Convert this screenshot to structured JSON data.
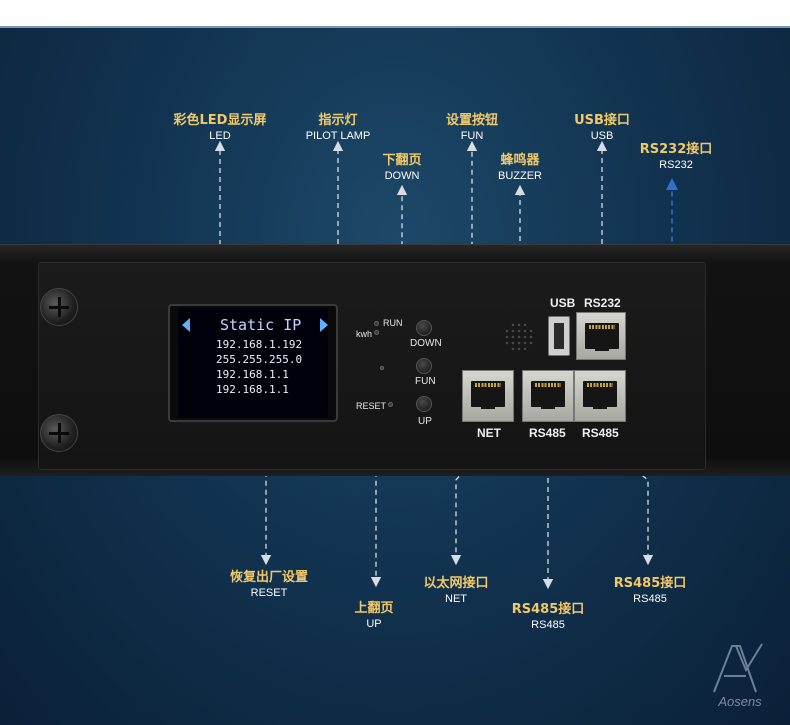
{
  "labels": {
    "led": {
      "zh": "彩色LED显示屏",
      "en": "LED"
    },
    "pilot": {
      "zh": "指示灯",
      "en": "PILOT LAMP"
    },
    "fun": {
      "zh": "设置按钮",
      "en": "FUN"
    },
    "usb": {
      "zh": "USB接口",
      "en": "USB"
    },
    "rs232": {
      "zh": "RS232接口",
      "en": "RS232"
    },
    "down": {
      "zh": "下翻页",
      "en": "DOWN"
    },
    "buzzer": {
      "zh": "蜂鸣器",
      "en": "BUZZER"
    },
    "reset": {
      "zh": "恢复出厂设置",
      "en": "RESET"
    },
    "up": {
      "zh": "上翻页",
      "en": "UP"
    },
    "net": {
      "zh": "以太网接口",
      "en": "NET"
    },
    "rs485_a": {
      "zh": "RS485接口",
      "en": "RS485"
    },
    "rs485_b": {
      "zh": "RS485接口",
      "en": "RS485"
    }
  },
  "screen": {
    "title": "Static IP",
    "lines": [
      "192.168.1.192",
      "255.255.255.0",
      "192.168.1.1",
      "192.168.1.1"
    ]
  },
  "panel": {
    "run": "RUN",
    "kwh": "kwh",
    "reset": "RESET",
    "down": "DOWN",
    "fun": "FUN",
    "up": "UP",
    "usb": "USB",
    "rs232": "RS232",
    "net": "NET",
    "rs485_1": "RS485",
    "rs485_2": "RS485"
  },
  "logo": {
    "text": "Aosens"
  },
  "colors": {
    "label_zh": "#f2c968",
    "label_en": "#ffffff",
    "accent_line": "#2f6fd0",
    "lcd_arrow": "#5fb2ff"
  }
}
